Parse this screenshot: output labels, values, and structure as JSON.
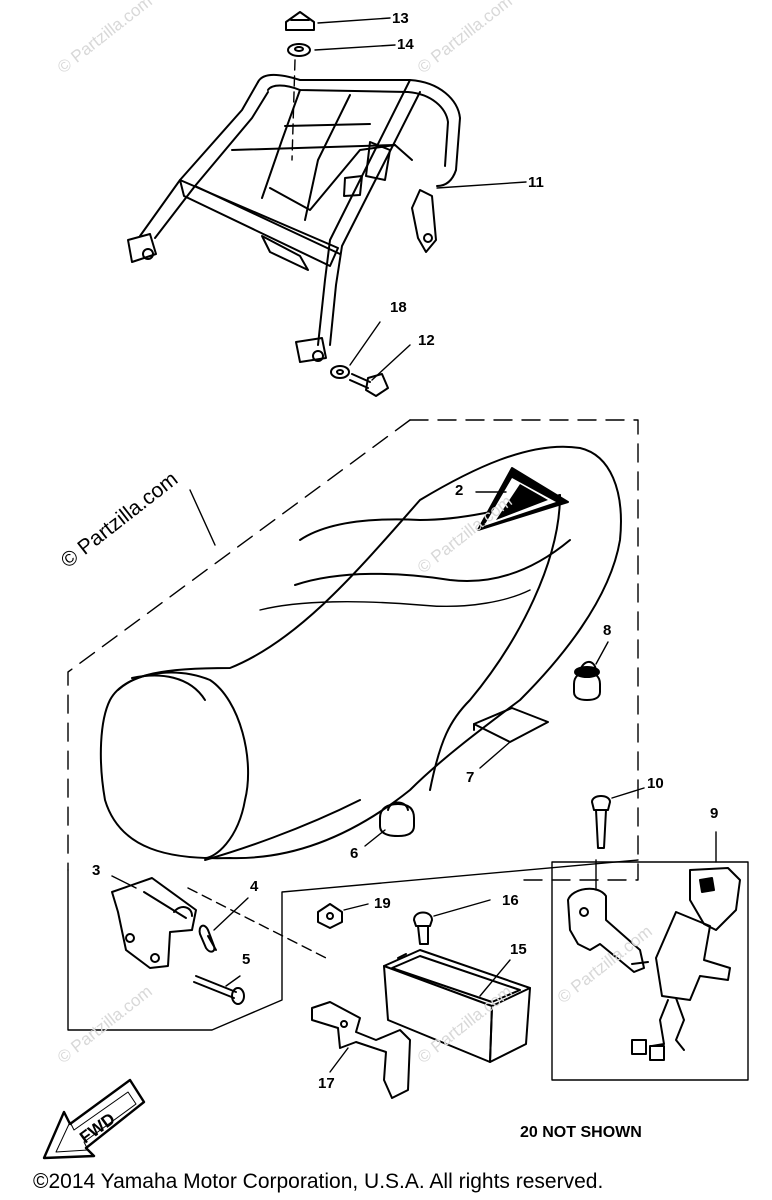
{
  "diagram": {
    "callouts": [
      {
        "id": "13",
        "label": "13"
      },
      {
        "id": "14",
        "label": "14"
      },
      {
        "id": "11",
        "label": "11"
      },
      {
        "id": "18",
        "label": "18"
      },
      {
        "id": "12",
        "label": "12"
      },
      {
        "id": "2",
        "label": "2"
      },
      {
        "id": "8",
        "label": "8"
      },
      {
        "id": "7",
        "label": "7"
      },
      {
        "id": "10",
        "label": "10"
      },
      {
        "id": "9",
        "label": "9"
      },
      {
        "id": "6",
        "label": "6"
      },
      {
        "id": "3",
        "label": "3"
      },
      {
        "id": "4",
        "label": "4"
      },
      {
        "id": "19",
        "label": "19"
      },
      {
        "id": "16",
        "label": "16"
      },
      {
        "id": "15",
        "label": "15"
      },
      {
        "id": "5",
        "label": "5"
      },
      {
        "id": "17",
        "label": "17"
      }
    ],
    "watermark": "© Partzilla.com",
    "fwd_label": "FWD",
    "not_shown_note": "20 NOT SHOWN",
    "copyright": "©2014  Yamaha Motor Corporation, U.S.A. All rights reserved."
  }
}
